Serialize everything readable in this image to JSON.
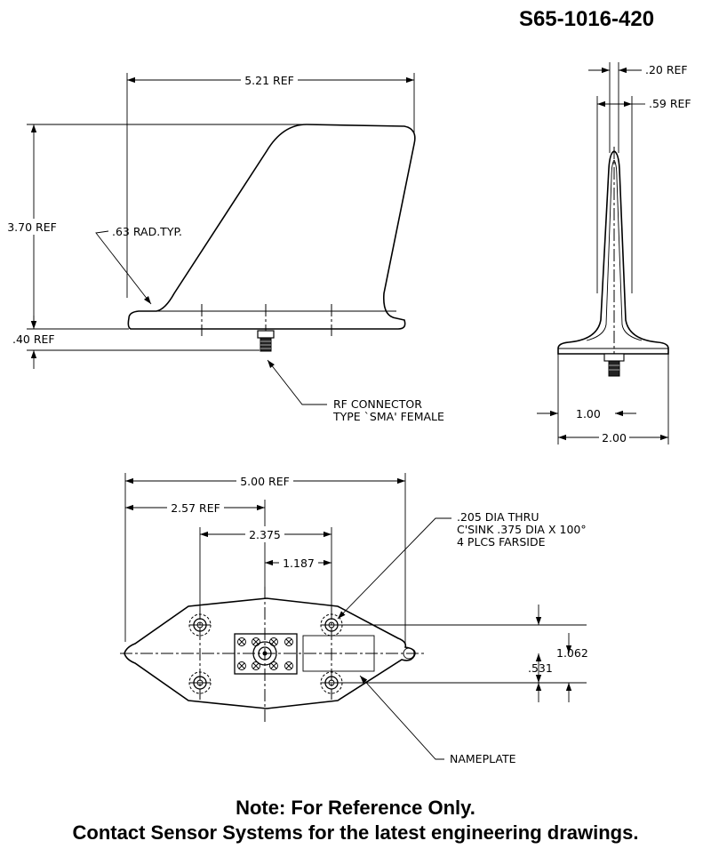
{
  "header": {
    "part_number": "S65-1016-420"
  },
  "side_view": {
    "width_dim": "5.21 REF",
    "height_dim": "3.70 REF",
    "radius_note": ".63 RAD.TYP.",
    "base_dim": ".40 REF",
    "connector_note_line1": "RF CONNECTOR",
    "connector_note_line2": "TYPE `SMA' FEMALE"
  },
  "end_view": {
    "top_thickness_dim": ".20 REF",
    "root_thickness_dim": ".59 REF",
    "half_base_dim": "1.00",
    "base_width_dim": "2.00"
  },
  "plan_view": {
    "overall_length_dim": "5.00 REF",
    "center_offset_dim": "2.57 REF",
    "hole_spacing_dim": "2.375",
    "half_hole_spacing_dim": "1.187",
    "hole_note_line1": ".205 DIA THRU",
    "hole_note_line2": "C'SINK .375 DIA X 100°",
    "hole_note_line3": "4 PLCS FARSIDE",
    "hole_row_spacing_dim": "1.062",
    "half_row_spacing_dim": ".531",
    "nameplate_label": "NAMEPLATE"
  },
  "notes": {
    "line1": "Note:  For Reference Only.",
    "line2": "Contact Sensor Systems for the latest engineering drawings."
  }
}
